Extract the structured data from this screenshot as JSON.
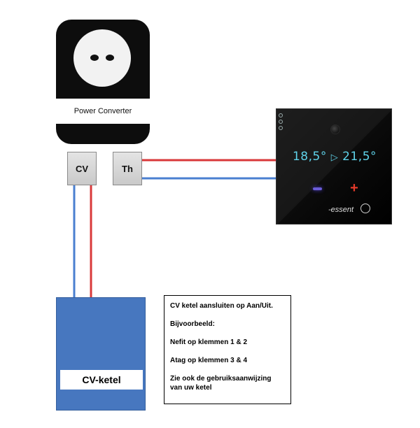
{
  "converter": {
    "label": "Power Converter"
  },
  "terminals": {
    "cv": "CV",
    "th": "Th"
  },
  "thermostat": {
    "current_temp": "18,5°",
    "target_temp": "21,5°",
    "arrow": "▷",
    "plus": "+",
    "brand": "essent",
    "colors": {
      "display": "#5fd3ea",
      "plus": "#e43a2a",
      "minus": "#6a5cd8"
    }
  },
  "boiler": {
    "label": "CV-ketel",
    "color": "#4777bf"
  },
  "notes": {
    "line1": "CV ketel aansluiten op Aan/Uit.",
    "line2": "Bijvoorbeeld:",
    "line3": "Nefit op klemmen 1 & 2",
    "line4": "Atag op klemmen 3 & 4",
    "line5": "Zie ook de gebruiksaanwijzing van uw ketel"
  },
  "wires": {
    "red": "#d9383a",
    "blue": "#4a7fd0"
  }
}
